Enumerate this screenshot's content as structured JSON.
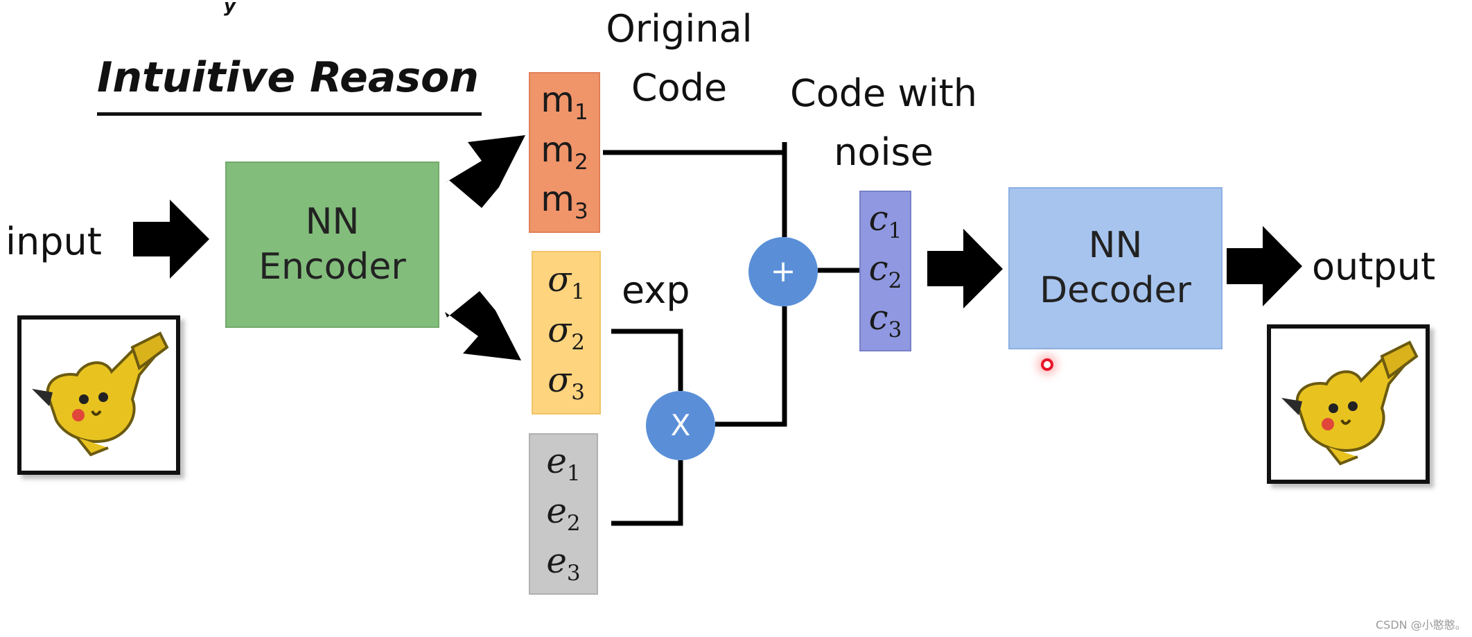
{
  "title": "Intuitive Reason",
  "labels": {
    "input": "input",
    "output": "output",
    "original_code_line1": "Original",
    "original_code_line2": "Code",
    "code_with_noise_line1": "Code with",
    "code_with_noise_line2": "noise",
    "exp": "exp"
  },
  "encoder": {
    "line1": "NN",
    "line2": "Encoder"
  },
  "decoder": {
    "line1": "NN",
    "line2": "Decoder"
  },
  "vectors": {
    "m": [
      "m1",
      "m2",
      "m3"
    ],
    "sigma": [
      "σ1",
      "σ2",
      "σ3"
    ],
    "e": [
      "e1",
      "e2",
      "e3"
    ],
    "c": [
      "c1",
      "c2",
      "c3"
    ]
  },
  "operators": {
    "plus": "+",
    "times": "X"
  },
  "watermark": "CSDN @小憨憨。",
  "colors": {
    "encoder": "#83bd7c",
    "decoder": "#a7c4ee",
    "m": "#f0946a",
    "sigma": "#ffd47e",
    "e": "#c8c8c8",
    "c": "#8f98e0",
    "operator": "#5a8fd8",
    "pointer": "#e8152a"
  },
  "icons": [
    "arrow-right-icon",
    "pikachu-icon",
    "laser-pointer-icon"
  ]
}
